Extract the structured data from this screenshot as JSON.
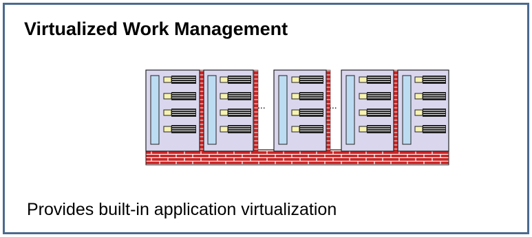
{
  "panel": {
    "title": "Virtualized Work Management",
    "caption": "Provides built-in application virtualization"
  },
  "diagram": {
    "server_rack_count": 5,
    "slots_per_rack": 4,
    "ellipsis_glyph": "...",
    "colors": {
      "rack_face": "#d9d6ee",
      "rack_border": "#222222",
      "vertical_bar": "#bcdcf2",
      "slot_connector": "#f6f2b0",
      "brick": "#cc2424",
      "mortar": "#ffffff",
      "panel_border": "#4a6a8f"
    }
  }
}
